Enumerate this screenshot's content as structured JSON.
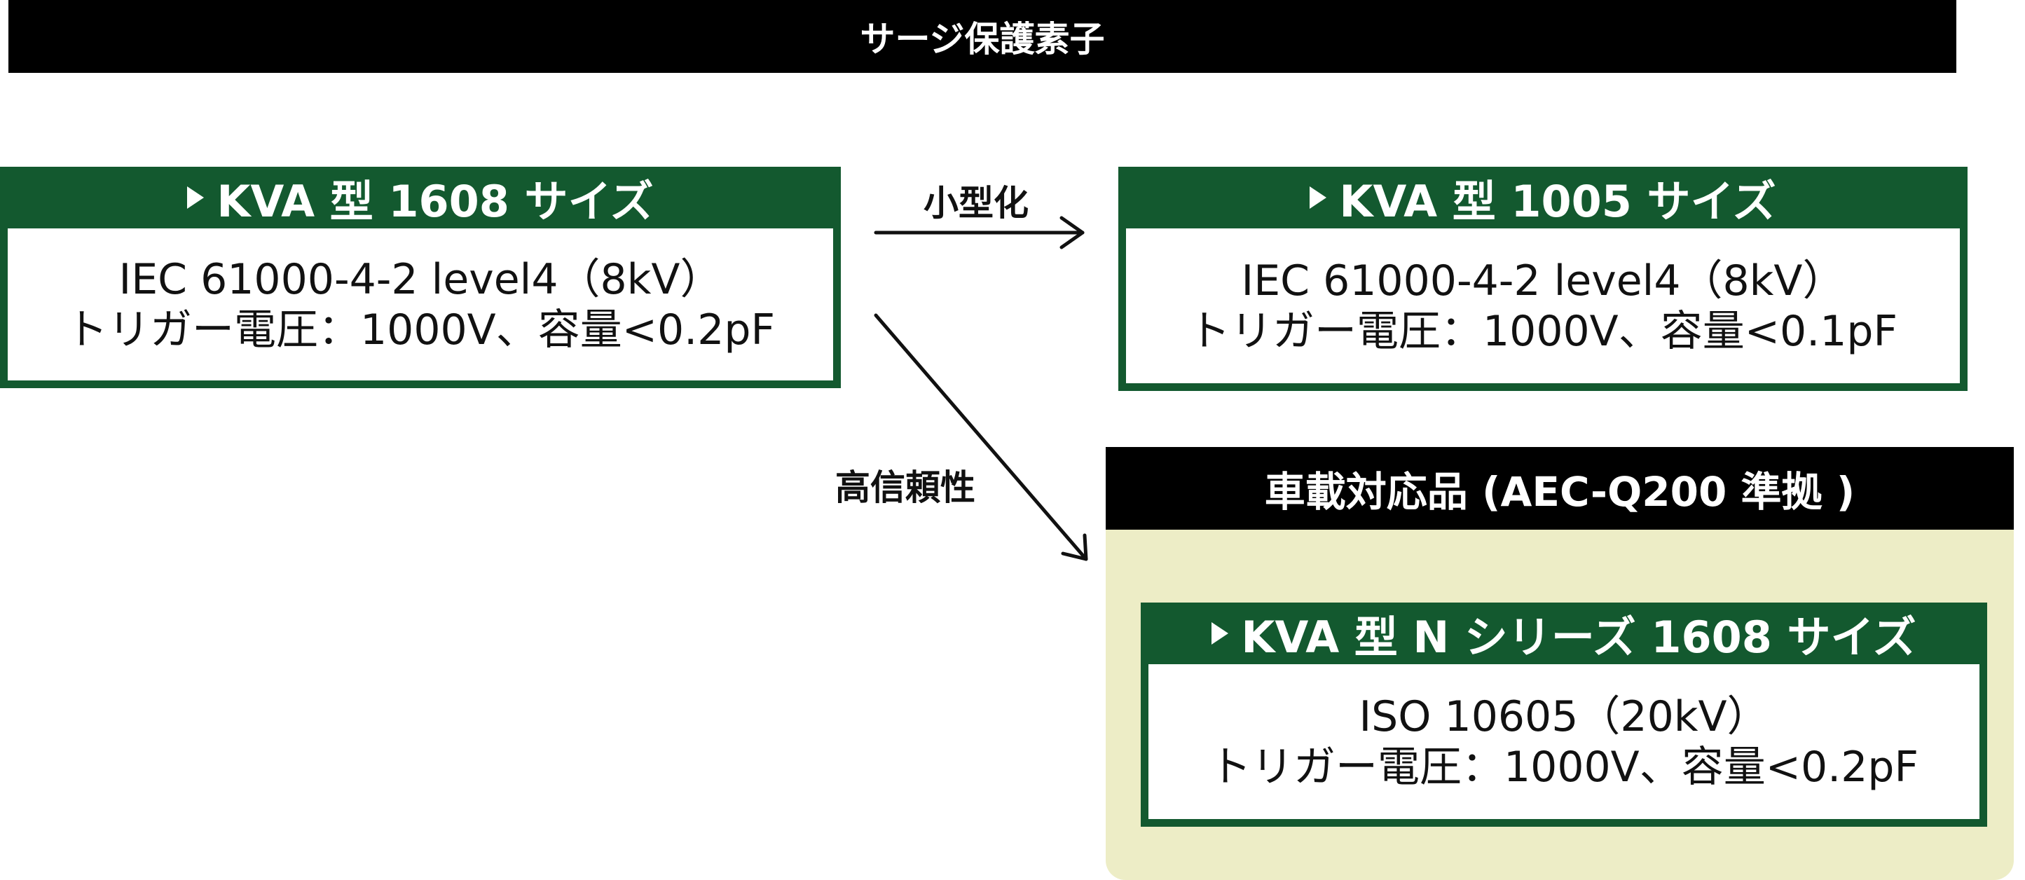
{
  "title": "サージ保護素子",
  "products": [
    {
      "header": "KVA 型 1608 サイズ",
      "line1": "IEC 61000-4-2 level4（8kV）",
      "line2": "トリガー電圧：1000V、容量<0.2pF"
    },
    {
      "header": "KVA 型 1005 サイズ",
      "line1": "IEC 61000-4-2 level4（8kV）",
      "line2": "トリガー電圧：1000V、容量<0.1pF"
    },
    {
      "header": "KVA 型 N シリーズ 1608 サイズ",
      "line1": "ISO 10605（20kV）",
      "line2": "トリガー電圧：1000V、容量<0.2pF"
    }
  ],
  "automotive": {
    "header": "車載対応品 (AEC-Q200 準拠 )"
  },
  "arrows": {
    "miniaturization_label": "小型化",
    "reliability_label": "高信頼性"
  },
  "colors": {
    "product_green": "#13592f",
    "automotive_panel": "#ededc6",
    "header_black": "#000000"
  }
}
